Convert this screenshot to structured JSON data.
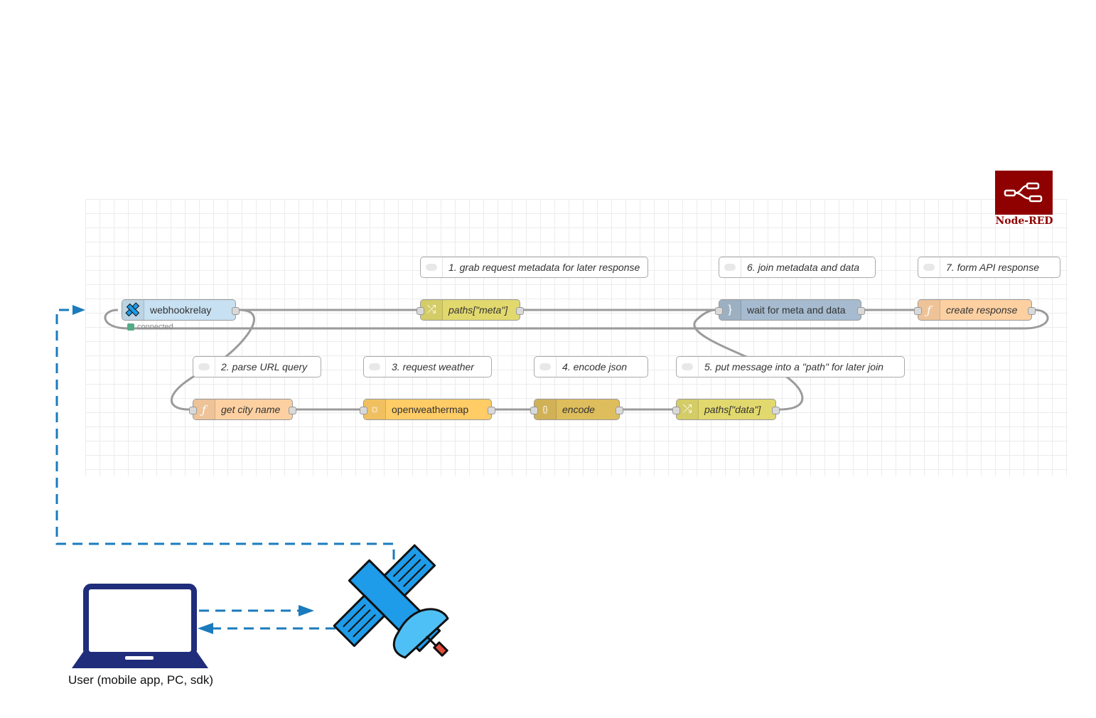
{
  "logo": {
    "text": "Node-RED"
  },
  "comments": [
    {
      "text": "1. grab request metadata for later response"
    },
    {
      "text": "6. join metadata and data"
    },
    {
      "text": "7. form API response"
    },
    {
      "text": "2. parse URL query"
    },
    {
      "text": "3. request weather"
    },
    {
      "text": "4. encode json"
    },
    {
      "text": "5. put message into a \"path\" for later join"
    }
  ],
  "nodes": {
    "webhookrelay": {
      "label": "webhookrelay",
      "status": "connected",
      "color": "#c7e1f2"
    },
    "paths_meta": {
      "label": "paths[\"meta\"]",
      "color": "#e2d96e"
    },
    "wait_join": {
      "label": "wait for meta and data",
      "color": "#a6bbcf"
    },
    "create_response": {
      "label": "create response",
      "color": "#fdd0a2"
    },
    "get_city": {
      "label": "get city name",
      "color": "#fdd0a2"
    },
    "openweathermap": {
      "label": "openweathermap",
      "color": "#ffcc66"
    },
    "encode": {
      "label": "encode",
      "color": "#debd5c"
    },
    "paths_data": {
      "label": "paths[\"data\"]",
      "color": "#e2d96e"
    }
  },
  "user": {
    "label": "User (mobile app, PC, sdk)"
  },
  "colors": {
    "arrow": "#1a7bbd",
    "wire": "#999999",
    "laptop": "#1f2d7b",
    "satellite": "#1e9be9"
  },
  "icons": [
    "satellite-icon",
    "laptop-icon",
    "node-red-logo-icon",
    "function-icon",
    "switch-icon",
    "join-icon",
    "json-icon",
    "weather-icon"
  ]
}
